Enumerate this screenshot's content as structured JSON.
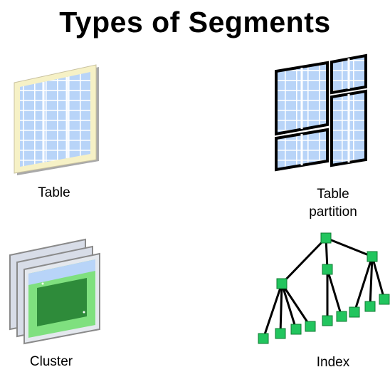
{
  "title": "Types of Segments",
  "labels": {
    "table": "Table",
    "table_partition_line1": "Table",
    "table_partition_line2": "partition",
    "cluster": "Cluster",
    "index": "Index"
  },
  "colors": {
    "cell_blue": "#b8d4f8",
    "grid_light": "#ffffff",
    "table_frame": "#f6f1c6",
    "frame_shadow": "#a9a9a9",
    "partition_border": "#000000",
    "cluster_green_dark": "#2e8b3a",
    "cluster_green_light": "#7fe07f",
    "index_node": "#22c55e"
  },
  "icons": [
    "table-icon",
    "table-partition-icon",
    "cluster-icon",
    "index-tree-icon"
  ]
}
